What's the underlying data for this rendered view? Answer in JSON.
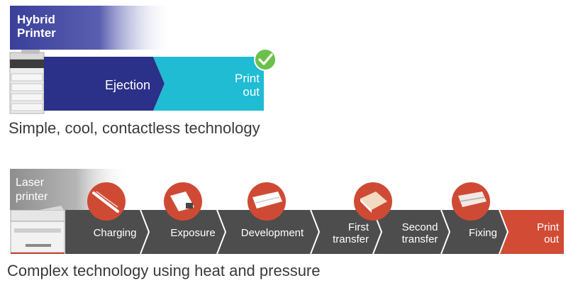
{
  "hybrid": {
    "badge_line1": "Hybrid",
    "badge_line2": "Printer",
    "steps": [
      {
        "line1": "Ejection",
        "line2": ""
      },
      {
        "line1": "Print",
        "line2": "out"
      }
    ],
    "caption": "Simple, cool, contactless technology",
    "colors": {
      "badge": "#3a3f9a",
      "step1": "#2b3088",
      "step2": "#1fbcd3",
      "check": "#6cc04a"
    }
  },
  "laser": {
    "badge_line1": "Laser",
    "badge_line2": "printer",
    "steps": [
      {
        "line1": "Charging",
        "line2": "",
        "icon": "charging-icon"
      },
      {
        "line1": "Exposure",
        "line2": "",
        "icon": "exposure-icon"
      },
      {
        "line1": "Development",
        "line2": "",
        "icon": "development-icon"
      },
      {
        "line1": "First",
        "line2": "transfer",
        "icon": "first-transfer-icon"
      },
      {
        "line1": "Second",
        "line2": "transfer",
        "icon": ""
      },
      {
        "line1": "Fixing",
        "line2": "",
        "icon": "fixing-icon"
      },
      {
        "line1": "Print",
        "line2": "out",
        "icon": ""
      }
    ],
    "caption": "Complex technology using heat and pressure",
    "colors": {
      "badge": "#9a9a9a",
      "step": "#4d4d4d",
      "final": "#d24b35",
      "icon": "#cf4a34"
    }
  }
}
